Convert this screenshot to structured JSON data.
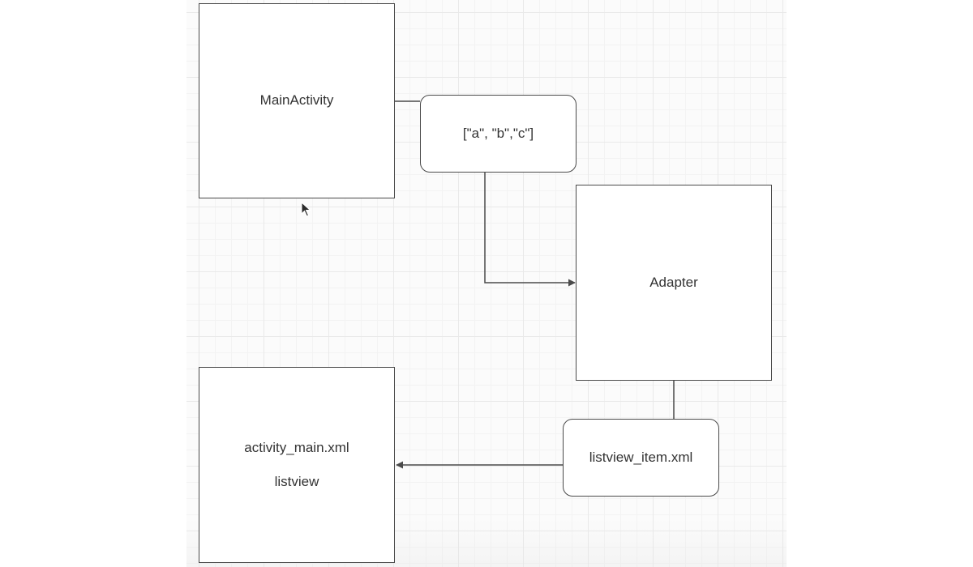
{
  "diagram": {
    "nodes": [
      {
        "id": "main_activity",
        "lines": [
          "MainActivity"
        ],
        "shape": "rectangle"
      },
      {
        "id": "array",
        "lines": [
          "[\"a\", \"b\",\"c\"]"
        ],
        "shape": "rounded-rectangle"
      },
      {
        "id": "adapter",
        "lines": [
          "Adapter"
        ],
        "shape": "rectangle"
      },
      {
        "id": "listview_item",
        "lines": [
          "listview_item.xml"
        ],
        "shape": "rounded-rectangle"
      },
      {
        "id": "activity_main",
        "lines": [
          "activity_main.xml",
          "listview"
        ],
        "shape": "rectangle"
      }
    ],
    "edges": [
      {
        "from": "main_activity",
        "to": "array",
        "arrow": false
      },
      {
        "from": "array",
        "to": "adapter",
        "arrow": true
      },
      {
        "from": "adapter",
        "to": "listview_item",
        "arrow": false
      },
      {
        "from": "listview_item",
        "to": "activity_main",
        "arrow": true
      }
    ],
    "colors": {
      "stroke": "#4a4a4a",
      "text": "#333333",
      "grid": "#e9e9e9",
      "node_fill": "#ffffff"
    },
    "cursor_icon": "mouse-pointer-icon"
  }
}
